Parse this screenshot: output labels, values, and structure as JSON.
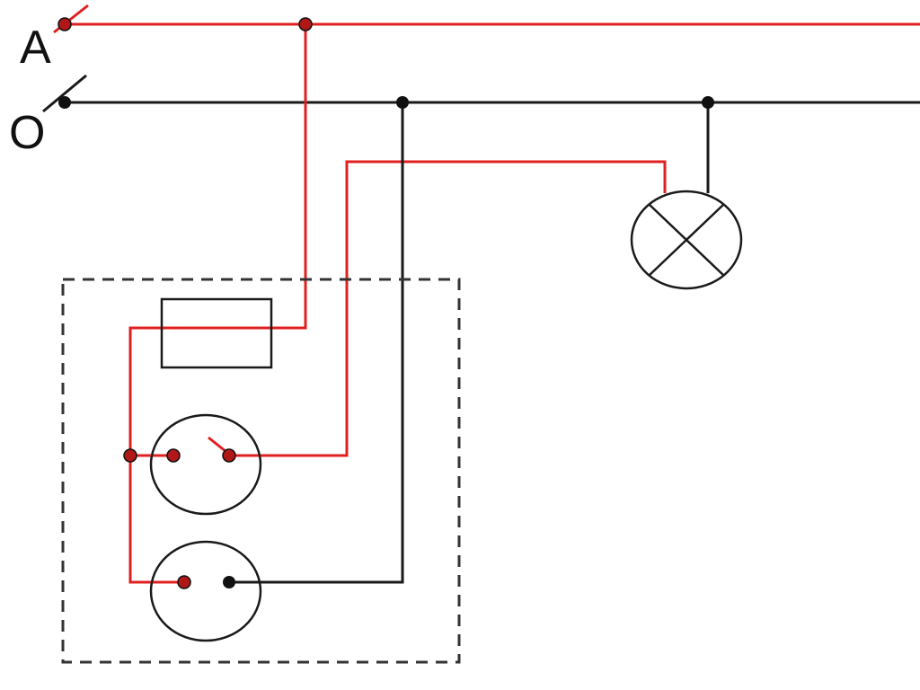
{
  "labels": {
    "phase": "A",
    "neutral": "O"
  },
  "colors": {
    "phase_wire": "#e02020",
    "neutral_wire": "#1a1a1a",
    "background": "#ffffff"
  },
  "components": {
    "fuse": "fuse-rectangle",
    "switch": "single-pole-switch",
    "socket": "two-pin-socket",
    "lamp": "lamp-cross-circle",
    "panel": "dashed-enclosure"
  }
}
